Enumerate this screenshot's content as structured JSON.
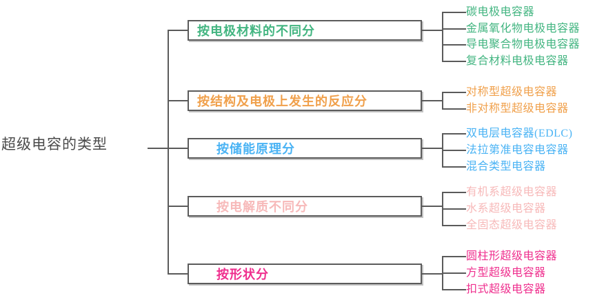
{
  "diagram": {
    "type": "tree-mindmap",
    "root": {
      "label": "超级电容的类型",
      "color": "#4a4a4a"
    },
    "line_color": "#5a5a5a",
    "box_border_color": "#5b5b5b",
    "branches": [
      {
        "label": "按电极材料的不同分",
        "color": "#43b581",
        "leaves": [
          "碳电极电容器",
          "金属氧化物电极电容器",
          "导电聚合物电极电容器",
          "复合材料电极电容器"
        ]
      },
      {
        "label": "按结构及电极上发生的反应分",
        "color": "#f0a04b",
        "leaves": [
          "对称型超级电容器",
          "非对称型超级电容器"
        ]
      },
      {
        "label": "按储能原理分",
        "color": "#4ab3f4",
        "leaves": [
          "双电层电容器(EDLC)",
          "法拉第准电容电容器",
          "混合类型电容器"
        ]
      },
      {
        "label": "按电解质不同分",
        "color": "#f7b9b9",
        "leaves": [
          "有机系超级电容器",
          "水系超级电容器",
          "全固态超级电容器"
        ]
      },
      {
        "label": "按形状分",
        "color": "#ef2f8e",
        "leaves": [
          "圆柱形超级电容器",
          "方型超级电容器",
          "扣式超级电容器"
        ]
      }
    ]
  }
}
